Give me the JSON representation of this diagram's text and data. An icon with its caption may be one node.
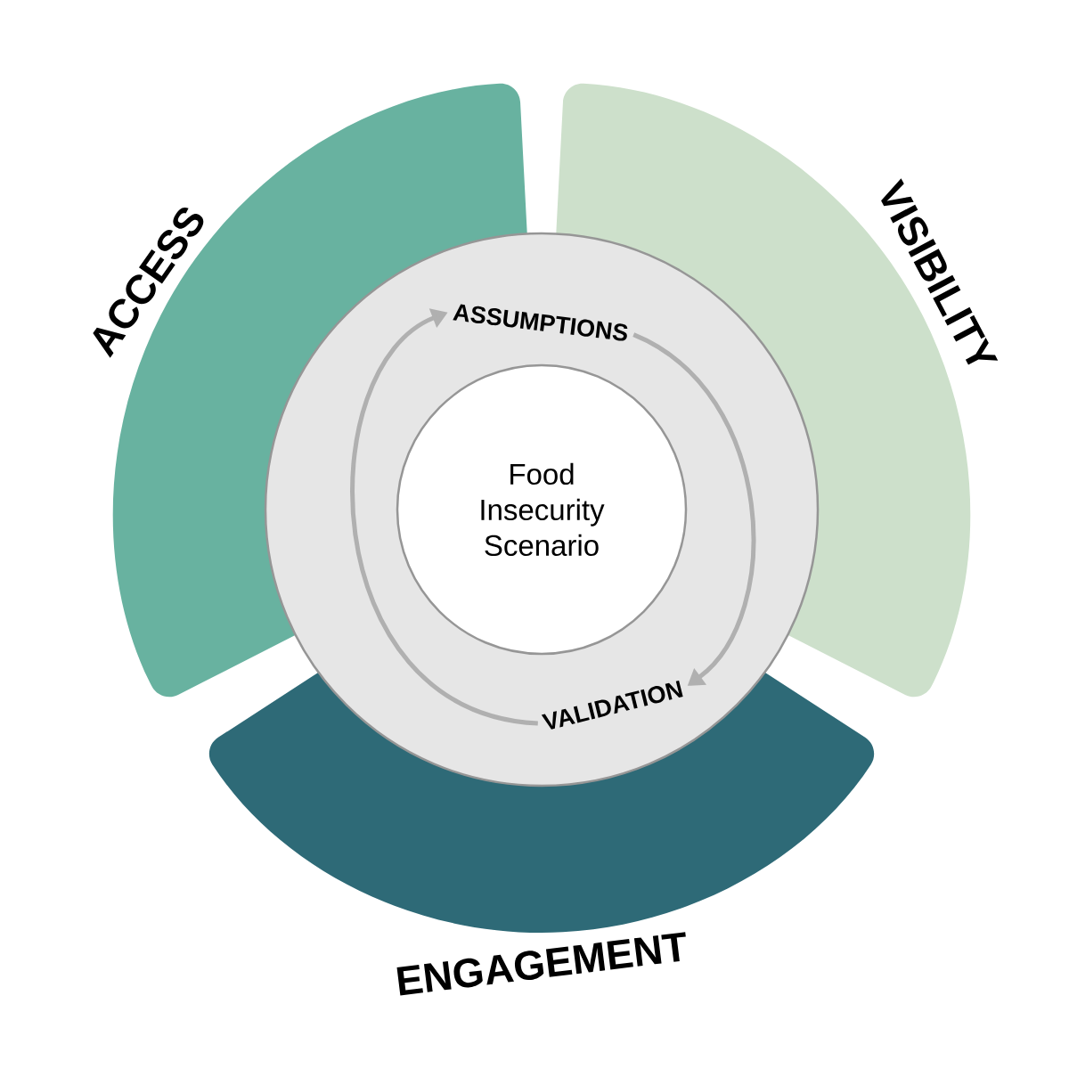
{
  "diagram": {
    "nodes": [
      {
        "text": [
          "ACCESS"
        ]
      },
      {
        "text": [
          "VISIBILITY"
        ]
      },
      {
        "text": [
          "ENGAGEMENT"
        ]
      },
      {
        "text": [],
        "shape": "circle"
      },
      {
        "text": [
          "ASSUMPTIONS"
        ],
        "in": 3
      },
      {
        "text": [
          "Food Insecurity Scenario"
        ],
        "in": 3
      },
      {
        "text": [
          "VALIDATION"
        ],
        "in": 3
      }
    ],
    "edges": [
      {
        "from": 6,
        "to": 4,
        "arrow": "to"
      },
      {
        "from": 4,
        "to": 6,
        "arrow": "to"
      }
    ]
  }
}
